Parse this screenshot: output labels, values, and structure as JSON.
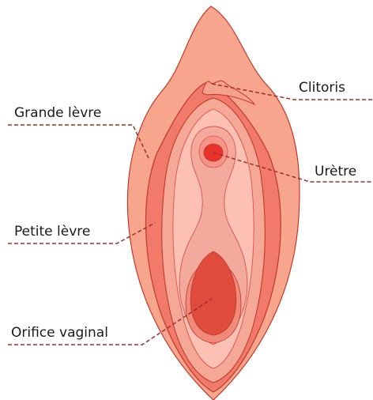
{
  "labels": {
    "clitoris": "Clitoris",
    "grande_levre": "Grande lèvre",
    "uretre": "Urètre",
    "petite_levre": "Petite lèvre",
    "orifice_vaginal": "Orifice vaginal"
  },
  "colors": {
    "outer": "#f7a58c",
    "outer_stroke": "#c0392b",
    "labia_minora": "#f27a6a",
    "vestibule": "#f5a896",
    "inner": "#fcc1b3",
    "urethra_ring": "#f3a99c",
    "urethra": "#e8332d",
    "orifice_ring": "#f08a7a",
    "orifice": "#e04c3c",
    "leader": "#9e2f2a"
  }
}
